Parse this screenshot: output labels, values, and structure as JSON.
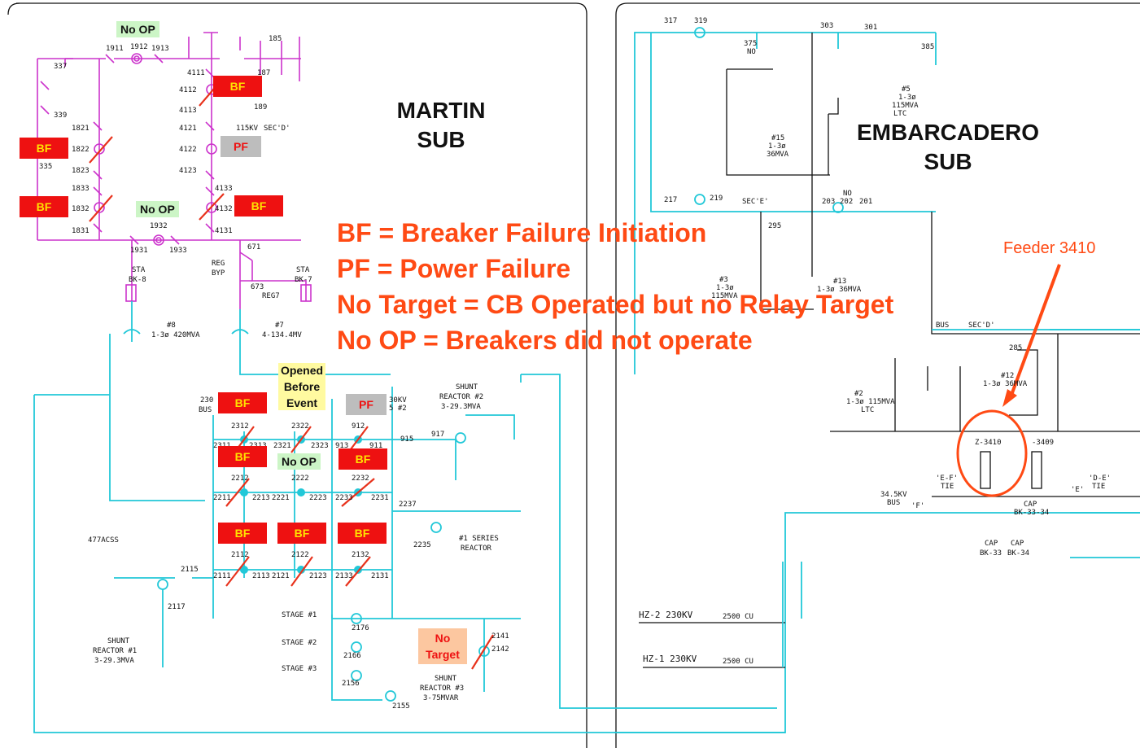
{
  "substations": {
    "martin": {
      "line1": "MARTIN",
      "line2": "SUB"
    },
    "embarcadero": {
      "line1": "EMBARCADERO",
      "line2": "SUB"
    }
  },
  "legend": [
    "BF = Breaker Failure Initiation",
    "PF = Power Failure",
    "No Target = CB Operated but no Relay Target",
    "No OP = Breakers did not operate"
  ],
  "tags": {
    "bf": "BF",
    "pf": "PF",
    "no_op": "No OP",
    "opened_before_event": [
      "Opened",
      "Before",
      "Event"
    ],
    "no_target": [
      "No",
      "Target"
    ]
  },
  "feeder_label": "Feeder 3410",
  "lines": {
    "hz2": {
      "name": "HZ-2 230KV",
      "conductor": "2500 CU"
    },
    "hz1": {
      "name": "HZ-1 230KV",
      "conductor": "2500 CU"
    },
    "acss": "477ACSS"
  },
  "martin_labels": {
    "337": "337",
    "339": "339",
    "335": "335",
    "1911": "1911",
    "1912": "1912",
    "1913": "1913",
    "1821": "1821",
    "1822": "1822",
    "1823": "1823",
    "1831": "1831",
    "1832": "1832",
    "1833": "1833",
    "1931": "1931",
    "1932": "1932",
    "1933": "1933",
    "4111": "4111",
    "4112": "4112",
    "4113": "4113",
    "4121": "4121",
    "4122": "4122",
    "4123": "4123",
    "4131": "4131",
    "4132": "4132",
    "4133": "4133",
    "185": "185",
    "187": "187",
    "189": "189",
    "115kv": "115KV",
    "sec_d": "SEC'D'",
    "671": "671",
    "sta8": "STA",
    "bk8": "BK-8",
    "sta7": "STA",
    "bk7": "BK-7",
    "reg": "REG",
    "byp": "BYP",
    "reg7": "REG7",
    "673": "673",
    "tx8_num": "#8",
    "tx8": "1-3ø 420MVA",
    "tx7_num": "#7",
    "tx7": "4-134.4MV",
    "bus230": "230",
    "bus_lbl": "BUS",
    "kv30": "30KV",
    "n5": "5 #2",
    "shunt2": "SHUNT",
    "reactor2": "REACTOR #2",
    "mva2": "3-29.3MVA",
    "915": "915",
    "917": "917",
    "912": "912",
    "911": "911",
    "913": "913",
    "2311": "2311",
    "2312": "2312",
    "2313": "2313",
    "2321": "2321",
    "2322": "2322",
    "2323": "2323",
    "2211": "2211",
    "2212": "2212",
    "2213": "2213",
    "2221": "2221",
    "2222": "2222",
    "2223": "2223",
    "2231": "2231",
    "2232": "2232",
    "2233": "2233",
    "2111": "2111",
    "2112": "2112",
    "2113": "2113",
    "2121": "2121",
    "2122": "2122",
    "2123": "2123",
    "2131": "2131",
    "2132": "2132",
    "2133": "2133",
    "2237": "2237",
    "2235": "2235",
    "series": "#1 SERIES",
    "series_reactor": "REACTOR",
    "2115": "2115",
    "2117": "2117",
    "shunt1": "SHUNT",
    "reactor1": "REACTOR #1",
    "mva1": "3-29.3MVA",
    "stage1": "STAGE #1",
    "stage2": "STAGE #2",
    "stage3": "STAGE #3",
    "2176": "2176",
    "2166": "2166",
    "2156": "2156",
    "2155": "2155",
    "2141": "2141",
    "2142": "2142",
    "shunt3": "SHUNT",
    "reactor3": "REACTOR #3",
    "mvar3": "3-75MVAR"
  },
  "emb_labels": {
    "317": "317",
    "319": "319",
    "303": "303",
    "301": "301",
    "385": "385",
    "375": "375",
    "no375": "NO",
    "tx5_num": "#5",
    "tx5a": "1-3ø",
    "tx5b": "115MVA",
    "tx5c": "LTC",
    "tx15_num": "#15",
    "tx15a": "1-3ø",
    "tx15b": "36MVA",
    "217": "217",
    "219": "219",
    "sec_e": "SEC'E'",
    "no202": "NO",
    "203": "203",
    "202": "202",
    "201": "201",
    "295": "295",
    "tx3_num": "#3",
    "tx3a": "1-3ø",
    "tx3b": "115MVA",
    "tx13_num": "#13",
    "tx13": "1-3ø 36MVA",
    "bus": "BUS",
    "sec_d": "SEC'D'",
    "285": "285",
    "tx12_num": "#12",
    "tx12": "1-3ø 36MVA",
    "tx2_num": "#2",
    "tx2a": "1-3ø 115MVA",
    "tx2b": "LTC",
    "z3410": "Z-3410",
    "z3409": "-3409",
    "kv345": "34.5KV",
    "bus345": "BUS",
    "f": "'F'",
    "ef_tie": "'E-F'",
    "tie1": "TIE",
    "de_tie": "'D-E'",
    "tie2": "TIE",
    "e": "'E'",
    "cap": "CAP",
    "bk3334": "BK-33-34",
    "cap33": "CAP",
    "bk33": "BK-33",
    "cap34": "CAP",
    "bk34": "BK-34"
  }
}
